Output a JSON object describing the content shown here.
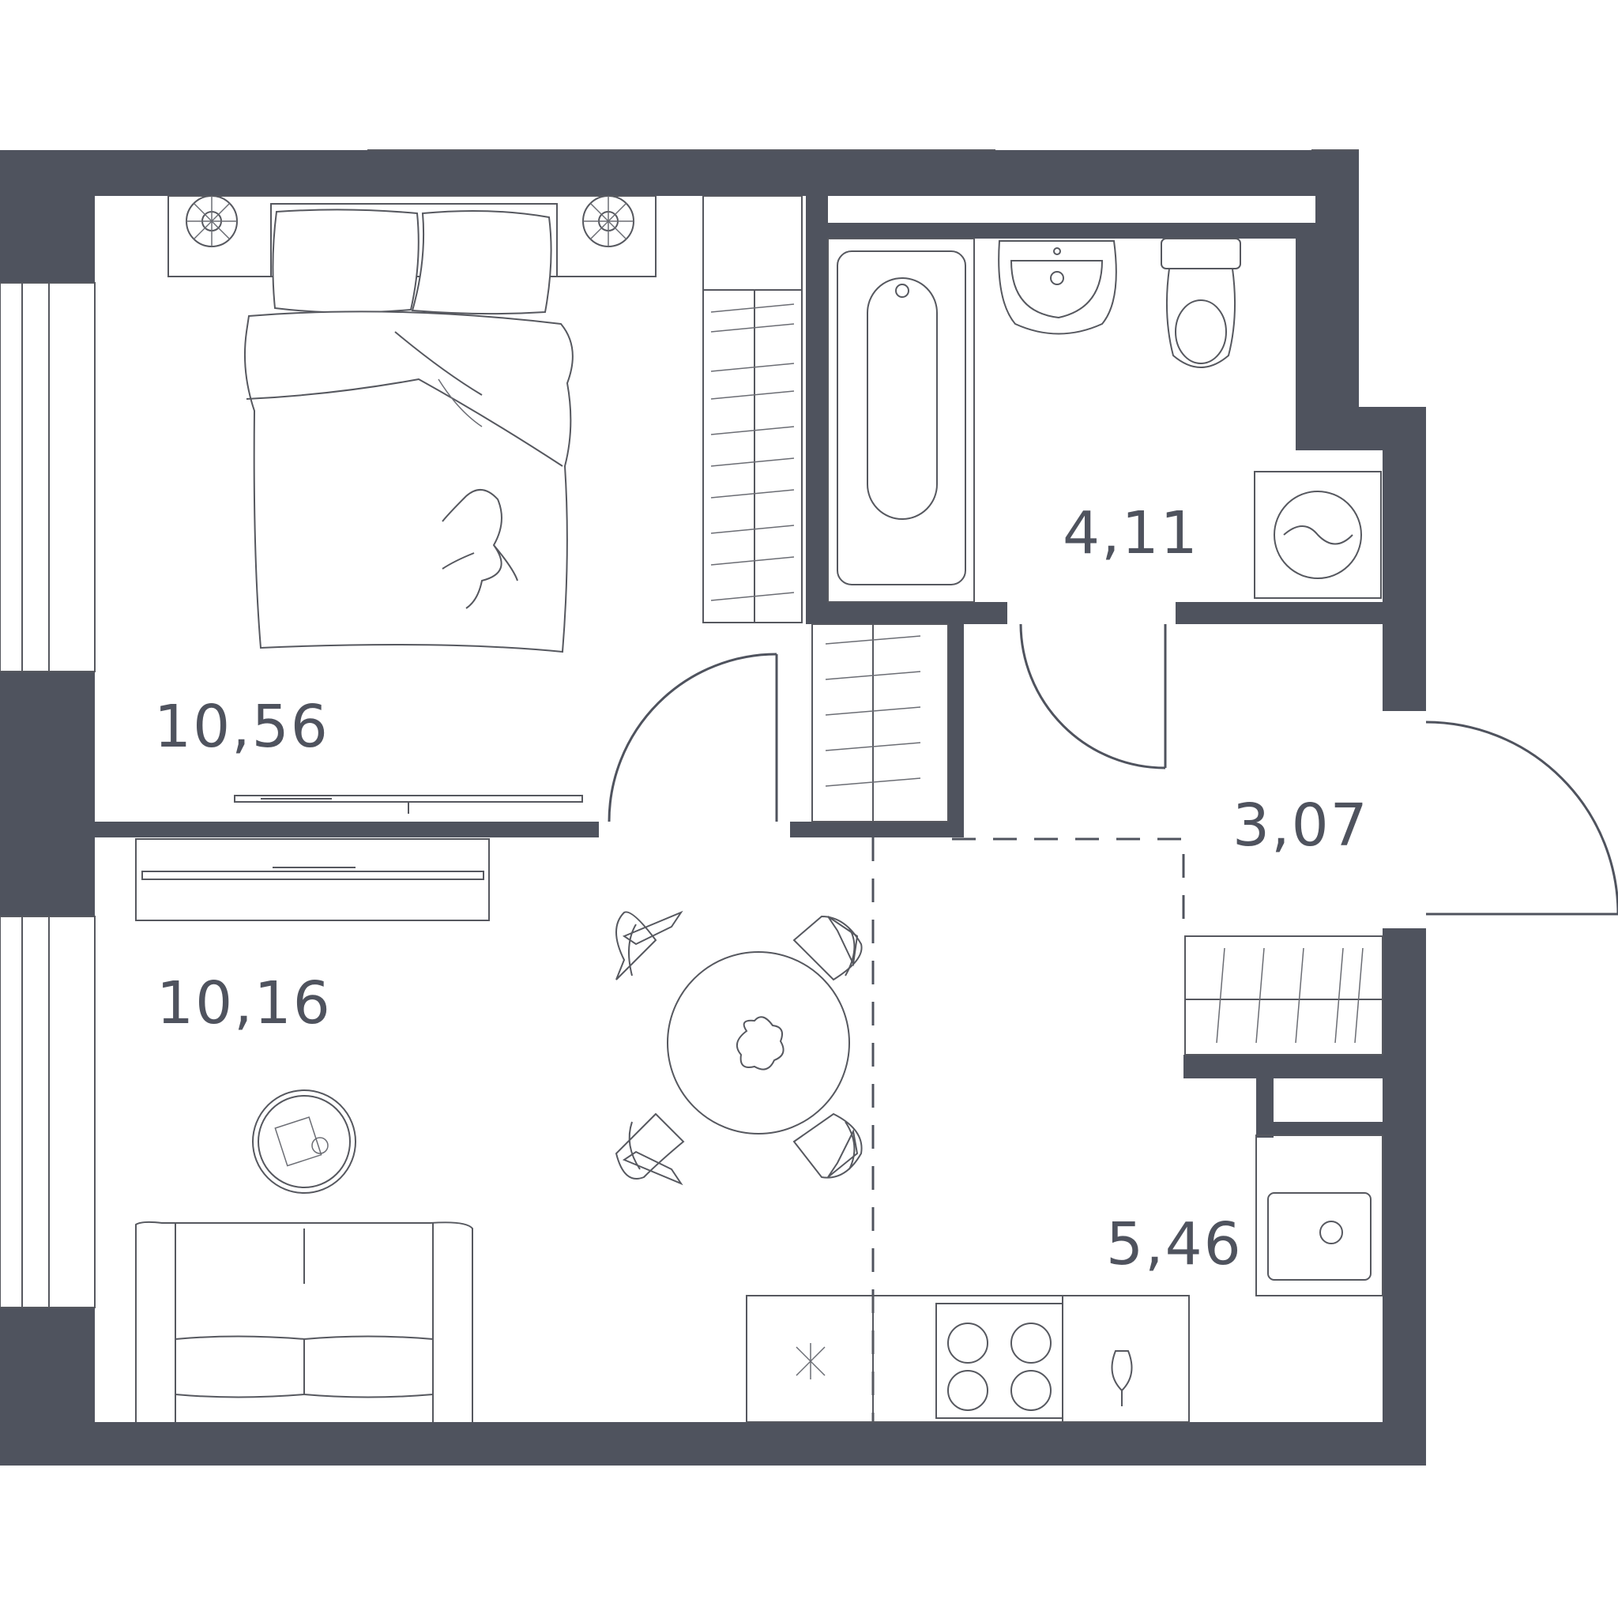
{
  "floorplan": {
    "rooms": [
      {
        "id": "bedroom",
        "area": "10,56"
      },
      {
        "id": "bathroom",
        "area": "4,11"
      },
      {
        "id": "hallway",
        "area": "3,07"
      },
      {
        "id": "living-room",
        "area": "10,16"
      },
      {
        "id": "kitchen",
        "area": "5,46"
      }
    ]
  },
  "colors": {
    "wall": "#4f535e",
    "line": "#56585f",
    "background": "#ffffff"
  }
}
